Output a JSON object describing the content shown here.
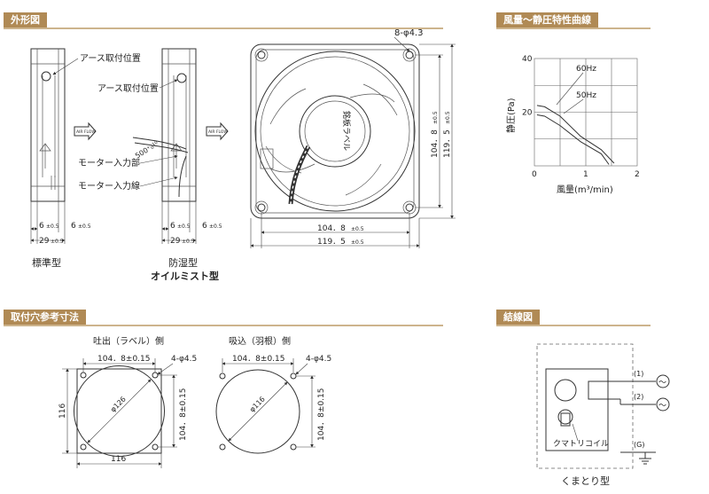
{
  "sections": {
    "outline": "外形図",
    "curve": "風量～静圧特性曲線",
    "holes": "取付穴参考寸法",
    "wiring": "結線図"
  },
  "outline": {
    "earth_label": "アース取付位置",
    "motor_part": "モーター入力部",
    "motor_wire": "モーター入力線",
    "wire_len": "500⁺₀¹⁰",
    "airflow": "AIR FLOW",
    "dim_6": "6",
    "dim_29": "29",
    "tol": "±0.5",
    "standard": "標準型",
    "moisture": "防湿型",
    "oilmist": "オイルミスト型",
    "holes_spec": "8-φ4.3",
    "dim_1048": "104．8",
    "dim_1195": "119．5",
    "label_text": "銘板ラベル"
  },
  "chart_data": {
    "type": "line",
    "ylabel": "静圧(Pa)",
    "xlabel": "風量(m³/min)",
    "xlim": [
      0,
      2
    ],
    "ylim": [
      0,
      40
    ],
    "x_ticks": [
      "0",
      "1",
      "2"
    ],
    "y_ticks": [
      "20",
      "40"
    ],
    "grid": true,
    "series": [
      {
        "name": "60Hz",
        "points": [
          [
            0.05,
            22.5
          ],
          [
            0.2,
            22
          ],
          [
            0.5,
            18.5
          ],
          [
            0.9,
            11
          ],
          [
            1.3,
            6
          ],
          [
            1.55,
            1
          ]
        ]
      },
      {
        "name": "50Hz",
        "points": [
          [
            0.05,
            19
          ],
          [
            0.2,
            18.5
          ],
          [
            0.5,
            15
          ],
          [
            0.9,
            9
          ],
          [
            1.3,
            4.5
          ],
          [
            1.45,
            0.5
          ]
        ]
      }
    ]
  },
  "holes": {
    "discharge_title": "吐出（ラベル）側",
    "intake_title": "吸込（羽根）側",
    "pitch": "104．8±0.15",
    "hole_spec": "4-φ4.5",
    "dia_126": "φ126",
    "dia_116": "φ116",
    "dim_116": "116"
  },
  "wiring": {
    "wire1": "(1)",
    "wire2": "(2)",
    "wire0": "(G)",
    "coil": "クマトリコイル",
    "type": "くまとり型",
    "ac_symbol": "～"
  }
}
